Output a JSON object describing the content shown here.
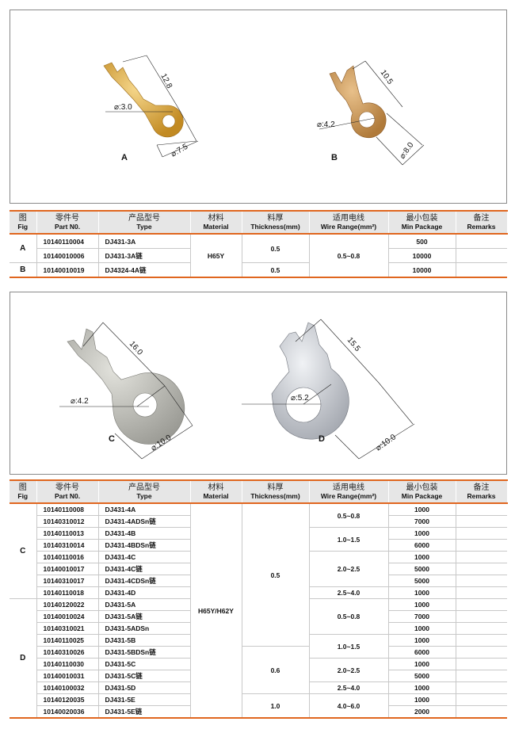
{
  "figures": {
    "A": {
      "label": "A",
      "length": "12.8",
      "hole": "⌀:3.0",
      "outer": "⌀:7.5",
      "color": "#d9a93c"
    },
    "B": {
      "label": "B",
      "length": "10.5",
      "hole": "⌀:4.2",
      "outer": "⌀:8.0",
      "color": "#c9934f"
    },
    "C": {
      "label": "C",
      "length": "16.0",
      "hole": "⌀:4.2",
      "outer": "⌀:10.0",
      "color": "#b9b9b4"
    },
    "D": {
      "label": "D",
      "length": "15.5",
      "hole": "⌀:5.2",
      "outer": "⌀:10.0",
      "color": "#c8cbd0"
    }
  },
  "headers": [
    {
      "cn": "图",
      "en": "Fig"
    },
    {
      "cn": "零件号",
      "en": "Part N0."
    },
    {
      "cn": "产品型号",
      "en": "Type"
    },
    {
      "cn": "材料",
      "en": "Material"
    },
    {
      "cn": "料厚",
      "en": "Thickness(mm)"
    },
    {
      "cn": "适用电线",
      "en": "Wire Range(mm²)"
    },
    {
      "cn": "最小包装",
      "en": "Min Package"
    },
    {
      "cn": "备注",
      "en": "Remarks"
    }
  ],
  "table1": {
    "rows": [
      {
        "part": "10140110004",
        "type": "DJ431-3A",
        "pkg": "500"
      },
      {
        "part": "10140010006",
        "type": "DJ431-3A链",
        "pkg": "10000"
      },
      {
        "part": "10140010019",
        "type": "DJ4324-4A链",
        "pkg": "10000"
      }
    ],
    "fig": [
      {
        "label": "A",
        "span": 2
      },
      {
        "label": "B",
        "span": 1
      }
    ],
    "material": [
      {
        "label": "H65Y",
        "span": 3
      }
    ],
    "thickness": [
      {
        "label": "0.5",
        "span": 2
      },
      {
        "label": "0.5",
        "span": 1
      }
    ],
    "wire": [
      {
        "label": "0.5~0.8",
        "span": 3
      }
    ]
  },
  "table2": {
    "rows": [
      {
        "part": "10140110008",
        "type": "DJ431-4A",
        "pkg": "1000"
      },
      {
        "part": "10140310012",
        "type": "DJ431-4ADSn链",
        "pkg": "7000"
      },
      {
        "part": "10140110013",
        "type": "DJ431-4B",
        "pkg": "1000"
      },
      {
        "part": "10140310014",
        "type": "DJ431-4BDSn链",
        "pkg": "6000"
      },
      {
        "part": "10140110016",
        "type": "DJ431-4C",
        "pkg": "1000"
      },
      {
        "part": "10140010017",
        "type": "DJ431-4C链",
        "pkg": "5000"
      },
      {
        "part": "10140310017",
        "type": "DJ431-4CDSn链",
        "pkg": "5000"
      },
      {
        "part": "10140110018",
        "type": "DJ431-4D",
        "pkg": "1000"
      },
      {
        "part": "10140120022",
        "type": "DJ431-5A",
        "pkg": "1000"
      },
      {
        "part": "10140010024",
        "type": "DJ431-5A链",
        "pkg": "7000"
      },
      {
        "part": "10140310021",
        "type": "DJ431-5ADSn",
        "pkg": "1000"
      },
      {
        "part": "10140110025",
        "type": "DJ431-5B",
        "pkg": "1000"
      },
      {
        "part": "10140310026",
        "type": "DJ431-5BDSn链",
        "pkg": "6000"
      },
      {
        "part": "10140110030",
        "type": "DJ431-5C",
        "pkg": "1000"
      },
      {
        "part": "10140010031",
        "type": "DJ431-5C链",
        "pkg": "5000"
      },
      {
        "part": "10140100032",
        "type": "DJ431-5D",
        "pkg": "1000"
      },
      {
        "part": "10140120035",
        "type": "DJ431-5E",
        "pkg": "1000"
      },
      {
        "part": "10140020036",
        "type": "DJ431-5E链",
        "pkg": "2000"
      }
    ],
    "fig": [
      {
        "label": "C",
        "span": 8
      },
      {
        "label": "D",
        "span": 10
      }
    ],
    "material": [
      {
        "label": "H65Y/H62Y",
        "span": 18
      }
    ],
    "thickness": [
      {
        "label": "0.5",
        "span": 12
      },
      {
        "label": "0.6",
        "span": 4
      },
      {
        "label": "1.0",
        "span": 2
      }
    ],
    "wire": [
      {
        "label": "0.5~0.8",
        "span": 2
      },
      {
        "label": "1.0~1.5",
        "span": 2
      },
      {
        "label": "2.0~2.5",
        "span": 3
      },
      {
        "label": "2.5~4.0",
        "span": 1
      },
      {
        "label": "0.5~0.8",
        "span": 3
      },
      {
        "label": "1.0~1.5",
        "span": 2
      },
      {
        "label": "2.0~2.5",
        "span": 2
      },
      {
        "label": "2.5~4.0",
        "span": 1
      },
      {
        "label": "4.0~6.0",
        "span": 2
      }
    ]
  },
  "colors": {
    "accent": "#e0661f",
    "header_bg": "#e6e6e6",
    "border": "#8a8a8a"
  }
}
